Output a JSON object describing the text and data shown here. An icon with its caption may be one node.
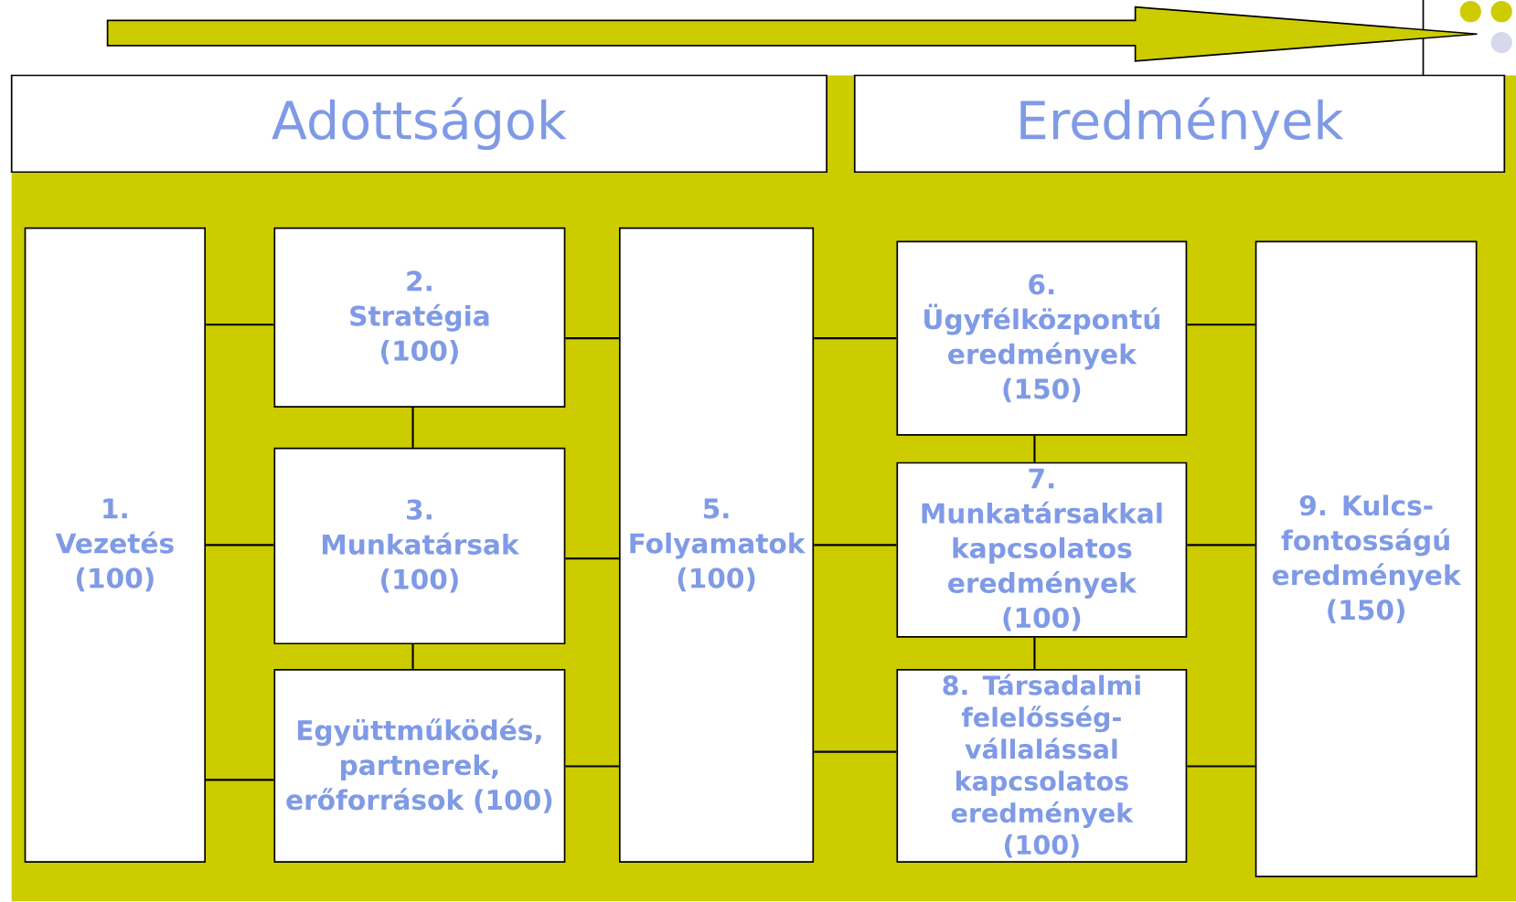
{
  "diagram": {
    "nodes": [
      {
        "text": [
          "Adottságok"
        ]
      },
      {
        "text": [
          "Eredmények"
        ]
      },
      {
        "text": [
          "1. Vezetés (100)"
        ]
      },
      {
        "text": [
          "2. Stratégia (100)"
        ]
      },
      {
        "text": [
          "3. Munkatársak (100)"
        ]
      },
      {
        "text": [
          "Együttműködés, partnerek, erőforrások (100)"
        ]
      },
      {
        "text": [
          "5. Folyamatok (100)"
        ]
      },
      {
        "text": [
          "6. Ügyfélközpontú eredmények (150)"
        ]
      },
      {
        "text": [
          "7. Munkatársakkal kapcsolatos eredmények (100)"
        ]
      },
      {
        "text": [
          "8. Társadalmi felelősség-vállalással kapcsolatos eredmények (100)"
        ]
      },
      {
        "text": [
          "9. Kulcs-fontosságú eredmények (150)"
        ]
      }
    ],
    "edges": [
      {
        "from": 0,
        "to": 1,
        "arrow": "to",
        "style": "thick",
        "color": "#cccc00"
      },
      {
        "from": 2,
        "to": 3,
        "arrow": "none"
      },
      {
        "from": 2,
        "to": 4,
        "arrow": "none"
      },
      {
        "from": 2,
        "to": 5,
        "arrow": "none"
      },
      {
        "from": 3,
        "to": 4,
        "arrow": "none"
      },
      {
        "from": 4,
        "to": 5,
        "arrow": "none"
      },
      {
        "from": 3,
        "to": 6,
        "arrow": "none"
      },
      {
        "from": 4,
        "to": 6,
        "arrow": "none"
      },
      {
        "from": 5,
        "to": 6,
        "arrow": "none"
      },
      {
        "from": 6,
        "to": 7,
        "arrow": "none"
      },
      {
        "from": 6,
        "to": 8,
        "arrow": "none"
      },
      {
        "from": 6,
        "to": 9,
        "arrow": "none"
      },
      {
        "from": 7,
        "to": 8,
        "arrow": "none"
      },
      {
        "from": 8,
        "to": 9,
        "arrow": "none"
      },
      {
        "from": 7,
        "to": 10,
        "arrow": "none"
      },
      {
        "from": 8,
        "to": 10,
        "arrow": "none"
      },
      {
        "from": 9,
        "to": 10,
        "arrow": "none"
      }
    ]
  }
}
